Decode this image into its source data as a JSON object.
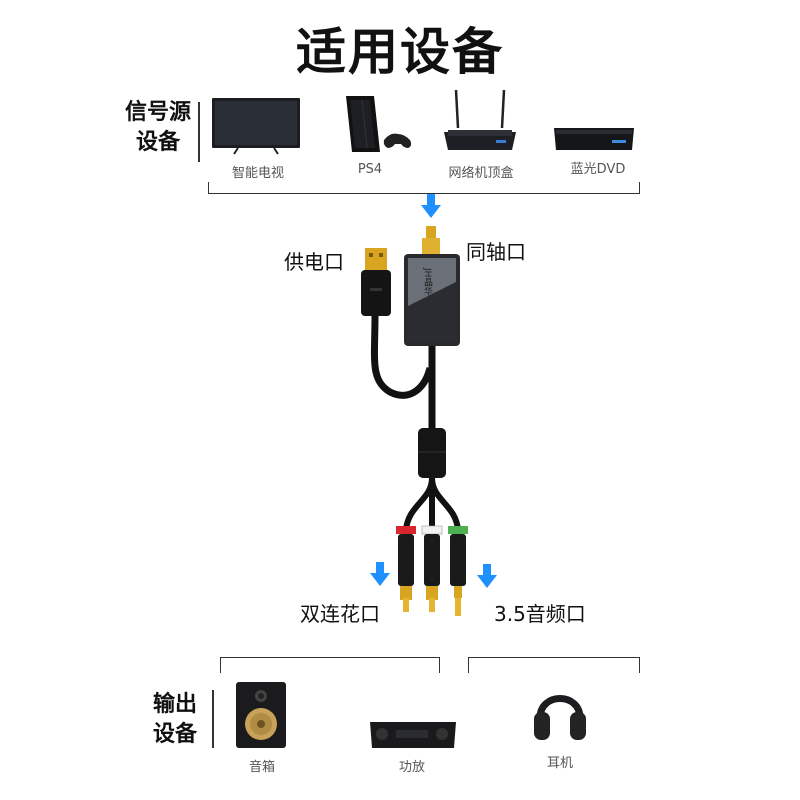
{
  "title": "适用设备",
  "source": {
    "label": "信号源\n设备",
    "devices": [
      {
        "icon": "tv-icon",
        "label": "智能电视"
      },
      {
        "icon": "ps4-console-icon",
        "label": "PS4"
      },
      {
        "icon": "router-box-icon",
        "label": "网络机顶盒"
      },
      {
        "icon": "bluray-player-icon",
        "label": "蓝光DVD"
      }
    ]
  },
  "cable": {
    "power_port": "供电口",
    "coax_port": "同轴口",
    "rca_port": "双连花口",
    "jack_port": "3.5音频口",
    "brand_mark": "JH晶华"
  },
  "output": {
    "label": "输出\n设备",
    "devices": [
      {
        "icon": "speaker-icon",
        "label": "音箱"
      },
      {
        "icon": "amplifier-icon",
        "label": "功放"
      },
      {
        "icon": "headphones-icon",
        "label": "耳机"
      }
    ]
  },
  "colors": {
    "arrow": "#1e90ff",
    "rca_red": "#d8262c",
    "rca_white": "#f2f2f2",
    "jack_green": "#4caf50",
    "gold": "#d9a521"
  }
}
